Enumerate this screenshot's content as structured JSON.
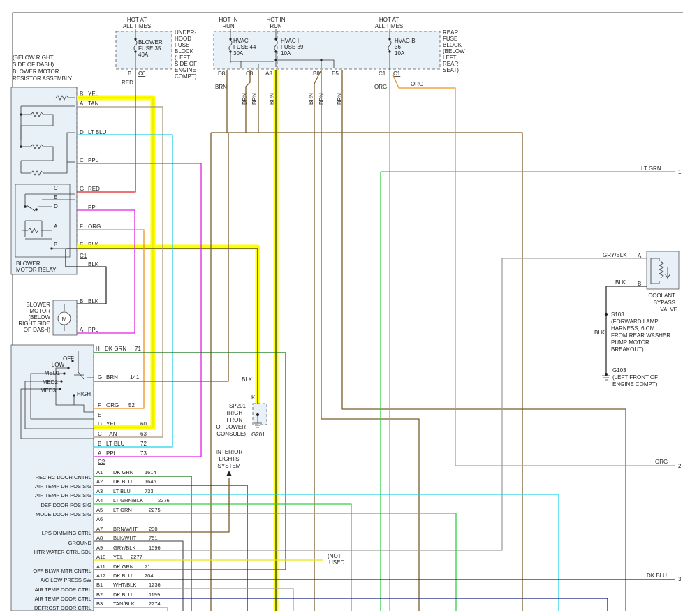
{
  "colors": {
    "highlight": "#ffff00",
    "yel": "#e8e800",
    "red": "#e02020",
    "tan": "#a89880",
    "ltblu": "#20d0e8",
    "ppl": "#e020e0",
    "org": "#f09020",
    "blk": "#303030",
    "brn": "#7a5c2a",
    "dkgrn": "#107010",
    "dkblu": "#102080",
    "ltgrn": "#30d040",
    "gry": "#a0a0a0",
    "blkwht": "#606060",
    "panel": "#e8f0f8"
  },
  "fuses": {
    "blower": {
      "header": [
        "HOT AT",
        "ALL TIMES"
      ],
      "name": [
        "BLOWER",
        "FUSE 35",
        "40A"
      ],
      "block": [
        "UNDER-",
        "HOOD",
        "FUSE",
        "BLOCK",
        "(LEFT",
        "SIDE OF",
        "ENGINE",
        "COMPT)"
      ],
      "pin_a": "B",
      "pin_b": "C6",
      "wire": "RED"
    },
    "hvac": {
      "header": [
        "HOT IN",
        "RUN"
      ],
      "name": [
        "HVAC",
        "FUSE 44",
        "30A"
      ],
      "pin_d8": "D8",
      "pin_c8": "C8",
      "wire": "BRN"
    },
    "hvac_i": {
      "header": [
        "HOT IN",
        "RUN"
      ],
      "name": [
        "HVAC I",
        "FUSE 39",
        "10A"
      ],
      "pin_a8": "A8",
      "pin_b8": "B8",
      "pin_e5": "E5"
    },
    "hvac_b": {
      "header": [
        "HOT AT",
        "ALL TIMES"
      ],
      "name": [
        "HVAC-B",
        "36",
        "10A"
      ],
      "block": [
        "REAR",
        "FUSE",
        "BLOCK",
        "(BELOW",
        "LEFT",
        "REAR",
        "SEAT)"
      ],
      "pin_c1a": "C1",
      "pin_c1b": "C1",
      "wire": "ORG"
    }
  },
  "wire_labels": {
    "brn": "BRN",
    "org": "ORG",
    "blk": "BLK",
    "ltgrn": "LT GRN",
    "gryblk": "GRY/BLK",
    "dkblu": "DK BLU"
  },
  "resistor": {
    "title": [
      "(BELOW RIGHT",
      "SIDE OF DASH)",
      "BLOWER MOTOR",
      "RESISTOR ASSEMBLY"
    ],
    "pins": [
      {
        "pin": "B",
        "wire": "YEL"
      },
      {
        "pin": "A",
        "wire": "TAN"
      },
      {
        "pin": "D",
        "wire": "LT BLU"
      },
      {
        "pin": "C",
        "wire": "PPL"
      },
      {
        "pin": "G",
        "wire": "RED"
      },
      {
        "pin": "",
        "wire": "PPL"
      },
      {
        "pin": "F",
        "wire": "ORG"
      },
      {
        "pin": "E",
        "wire": "BLK"
      }
    ],
    "connector": "C1"
  },
  "relay": {
    "title": [
      "BLOWER",
      "MOTOR RELAY"
    ],
    "pins": [
      "C",
      "E",
      "D",
      "A",
      "B"
    ]
  },
  "motor": {
    "title": [
      "BLOWER",
      "MOTOR",
      "(BELOW",
      "RIGHT SIDE",
      "OF DASH)"
    ],
    "pin_b": "B",
    "wire_b": "BLK",
    "pin_a": "A",
    "wire_a": "PPL",
    "symbol": "M"
  },
  "switch": {
    "positions": [
      "OFF",
      "LOW",
      "MED1",
      "MED2",
      "MED3",
      "HIGH"
    ],
    "pins": [
      {
        "pin": "H",
        "wire": "DK GRN",
        "circuit": "71"
      },
      {
        "pin": "G",
        "wire": "BRN",
        "circuit": "141"
      },
      {
        "pin": "F",
        "wire": "ORG",
        "circuit": "52"
      },
      {
        "pin": "E",
        "wire": "",
        "circuit": ""
      },
      {
        "pin": "D",
        "wire": "YEL",
        "circuit": "60"
      },
      {
        "pin": "C",
        "wire": "TAN",
        "circuit": "63"
      },
      {
        "pin": "B",
        "wire": "LT BLU",
        "circuit": "72"
      },
      {
        "pin": "A",
        "wire": "PPL",
        "circuit": "73"
      }
    ],
    "connector": "C2"
  },
  "module_rows": [
    {
      "label": "RECIRC DOOR CNTRL",
      "pin": "A1",
      "wire": "DK GRN",
      "circuit": "1614"
    },
    {
      "label": "AIR TEMP DR POS SIG",
      "pin": "A2",
      "wire": "DK BLU",
      "circuit": "1646"
    },
    {
      "label": "AIR TEMP DR POS SIG",
      "pin": "A3",
      "wire": "LT BLU",
      "circuit": "733"
    },
    {
      "label": "DEF DOOR POS SIG",
      "pin": "A4",
      "wire": "LT GRN/BLK",
      "circuit": "2276"
    },
    {
      "label": "MODE DOOR POS SIG",
      "pin": "A5",
      "wire": "LT GRN",
      "circuit": "2275"
    },
    {
      "label": "",
      "pin": "A6",
      "wire": "",
      "circuit": ""
    },
    {
      "label": "LPS DIMMING CTRL",
      "pin": "A7",
      "wire": "BRN/WHT",
      "circuit": "230"
    },
    {
      "label": "GROUND",
      "pin": "A8",
      "wire": "BLK/WHT",
      "circuit": "751"
    },
    {
      "label": "HTR WATER CTRL SOL",
      "pin": "A9",
      "wire": "GRY/BLK",
      "circuit": "1596"
    },
    {
      "label": "",
      "pin": "A10",
      "wire": "YEL",
      "circuit": "2277"
    },
    {
      "label": "OFF BLWR MTR CNTRL",
      "pin": "A11",
      "wire": "DK GRN",
      "circuit": "71"
    },
    {
      "label": "",
      "pin": "A12",
      "wire": "DK BLU",
      "circuit": "204"
    },
    {
      "label": "A/C LOW PRESS SW",
      "pin": "B1",
      "wire": "WHT/BLK",
      "circuit": "1236"
    },
    {
      "label": "AIR TEMP DOOR CTRL",
      "pin": "B2",
      "wire": "DK BLU",
      "circuit": "1199"
    },
    {
      "label": "AIR TEMP DOOR CTRL",
      "pin": "B3",
      "wire": "TAN/BLK",
      "circuit": "2274"
    },
    {
      "label": "DEFROST DOOR CTRL",
      "pin": "",
      "wire": "",
      "circuit": ""
    }
  ],
  "not_used": [
    "(NOT",
    "USED"
  ],
  "splice": {
    "name": [
      "SP201",
      "(RIGHT",
      "FRONT",
      "OF LOWER",
      "CONSOLE)"
    ],
    "pin": "K",
    "ground": "G201",
    "wire": "BLK"
  },
  "interior": [
    "INTERIOR",
    "LIGHTS",
    "SYSTEM"
  ],
  "valve": {
    "title": [
      "COOLANT",
      "BYPASS",
      "VALVE"
    ],
    "pin_a": "A",
    "pin_b": "B"
  },
  "s103": {
    "label": [
      "S103",
      "(FORWARD LAMP",
      "HARNESS, 6 CM",
      "FROM REAR WASHER",
      "PUMP MOTOR",
      "BREAKOUT)"
    ]
  },
  "g103": {
    "label": [
      "G103",
      "(LEFT FRONT OF",
      "ENGINE COMPT)"
    ]
  },
  "offpage": [
    "1",
    "2",
    "3"
  ]
}
